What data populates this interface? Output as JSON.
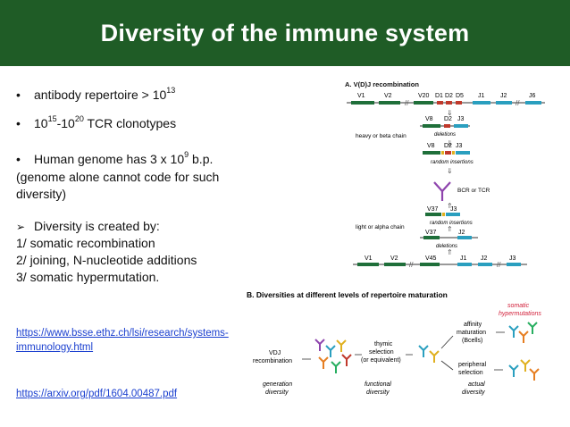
{
  "slide": {
    "title": "Diversity of the immune system",
    "colors": {
      "title_bg": "#1f5c26",
      "link": "#1a3fcf",
      "red_label": "#d2203a"
    }
  },
  "bullets": {
    "b1_pre": "antibody repertoire > 10",
    "b1_sup": "13",
    "b2_a": "10",
    "b2_sup1": "15",
    "b2_b": "-10",
    "b2_sup2": "20",
    "b2_c": " TCR clonotypes",
    "b3_pre": "Human genome has 3 x 10",
    "b3_sup": "9",
    "b3_post": " b.p.",
    "note_line1": "(genome alone cannot code for such",
    "note_line2": "diversity)",
    "arrow_item": "Diversity is created by:",
    "list1": "1/ somatic recombination",
    "list2": "2/ joining, N-nucleotide additions",
    "list3": "3/ somatic hypermutation."
  },
  "links": {
    "link1_line1": "https://www.bsse.ethz.ch/lsi/research/systems-",
    "link1_line2": "immunology.html",
    "link2": "https://arxiv.org/pdf/1604.00487.pdf"
  },
  "figure_a": {
    "title": "A. V(D)J recombination",
    "labels": {
      "v1": "V1",
      "v2": "V2",
      "v20": "V20",
      "d1": "D1",
      "d2": "D2",
      "d5": "D5",
      "j1": "J1",
      "j2": "J2",
      "j6": "J6",
      "r2_v": "V8",
      "r2_d": "D2",
      "r2_j": "J3",
      "deletions": "deletions",
      "r3_v": "V8",
      "r3_d": "D2",
      "r3_j": "J3",
      "random_insertions": "random insertions",
      "heavy_chain": "heavy or beta chain",
      "bcr_tcr": "BCR or TCR",
      "r5_v": "V37",
      "r5_j": "J3",
      "light_chain": "light or alpha chain",
      "r6_v": "V37",
      "r6_j": "J2",
      "b1": "V1",
      "b2": "V2",
      "b3": "V45",
      "bj1": "J1",
      "bj2": "J2",
      "bj3": "J3"
    }
  },
  "figure_b": {
    "title": "B. Diversities at different levels of repertoire maturation",
    "somatic": "somatic",
    "hypermutations": "hypermutations",
    "affinity1": "affinity",
    "affinity2": "maturation",
    "affinity3": "(Bcells)",
    "vdj1": "VDJ",
    "vdj2": "recombination",
    "thymic1": "thymic",
    "thymic2": "selection",
    "thymic3": "(or equivalent)",
    "peripheral1": "peripheral",
    "peripheral2": "selection",
    "gen1": "generation",
    "gen2": "diversity",
    "func1": "functional",
    "func2": "diversity",
    "act1": "actual",
    "act2": "diversity"
  }
}
